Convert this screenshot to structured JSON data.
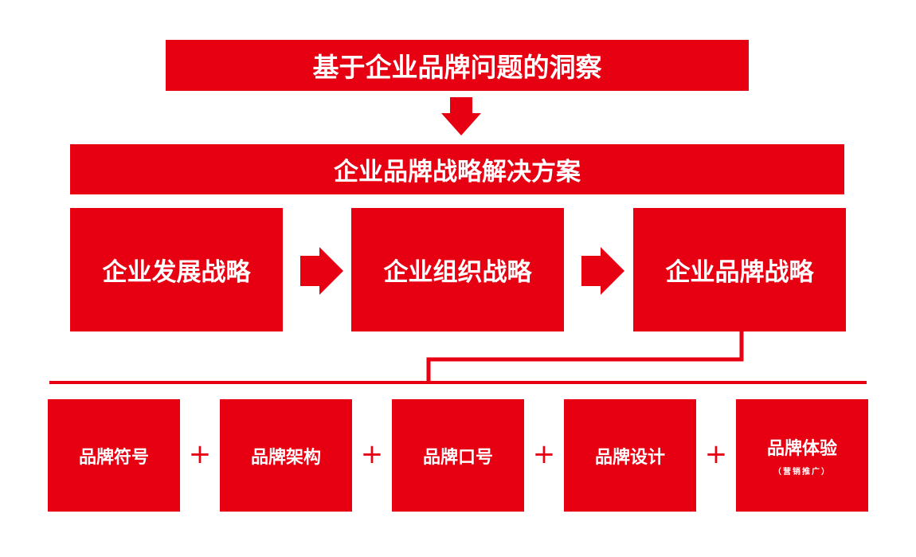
{
  "title": "基于企业品牌问题的洞察",
  "solution": "企业品牌战略解决方案",
  "strategies": [
    "企业发展战略",
    "企业组织战略",
    "企业品牌战略"
  ],
  "elements": [
    {
      "label": "品牌符号"
    },
    {
      "label": "品牌架构"
    },
    {
      "label": "品牌口号"
    },
    {
      "label": "品牌设计"
    },
    {
      "label": "品牌体验",
      "sub": "（营销推广）"
    }
  ],
  "plus_symbol": "+",
  "colors": {
    "accent": "#e60012",
    "background": "#ffffff"
  }
}
